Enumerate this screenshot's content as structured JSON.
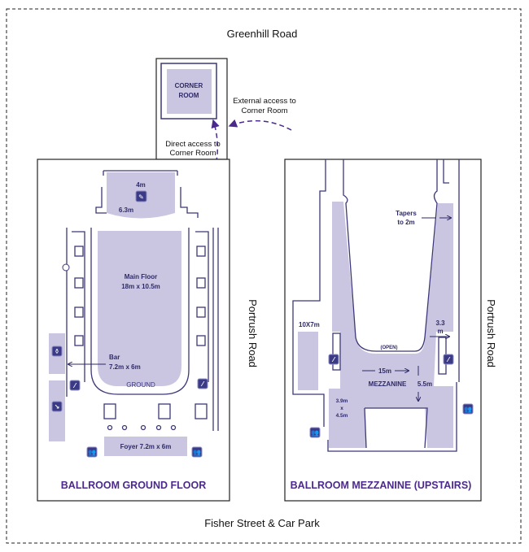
{
  "roads": {
    "top": "Greenhill Road",
    "right_ground": "Portrush Road",
    "right_mezz": "Portrush Road",
    "bottom": "Fisher Street & Car Park"
  },
  "corner_room": {
    "label_line1": "CORNER",
    "label_line2": "ROOM"
  },
  "annotations": {
    "external_access_line1": "External access to",
    "external_access_line2": "Corner Room",
    "direct_access_line1": "Direct access to",
    "direct_access_line2": "Corner Room"
  },
  "ground_floor": {
    "title": "BALLROOM GROUND FLOOR",
    "stage_depth": "4m",
    "stage_width": "6.3m",
    "main_floor_line1": "Main Floor",
    "main_floor_line2": "18m x 10.5m",
    "bar_line1": "Bar",
    "bar_line2": "7.2m x 6m",
    "ground_label": "GROUND",
    "foyer": "Foyer 7.2m x 6m"
  },
  "mezzanine": {
    "title": "BALLROOM MEZZANINE (UPSTAIRS)",
    "tapers_line1": "Tapers",
    "tapers_line2": "to  2m",
    "room_10x7": "10X7m",
    "dim_3_3_line1": "3.3",
    "dim_3_3_line2": "m",
    "open": "(OPEN)",
    "width_15": "15m",
    "mezz_label": "MEZZANINE",
    "depth_5_5": "5.5m",
    "dim_a": "3.9m",
    "dim_x": "x",
    "dim_b": "4.5m"
  },
  "colors": {
    "floor": "#cac6e2",
    "walls": "#3c3878",
    "title": "#4b2a8c",
    "icon": "#3b3a86"
  }
}
